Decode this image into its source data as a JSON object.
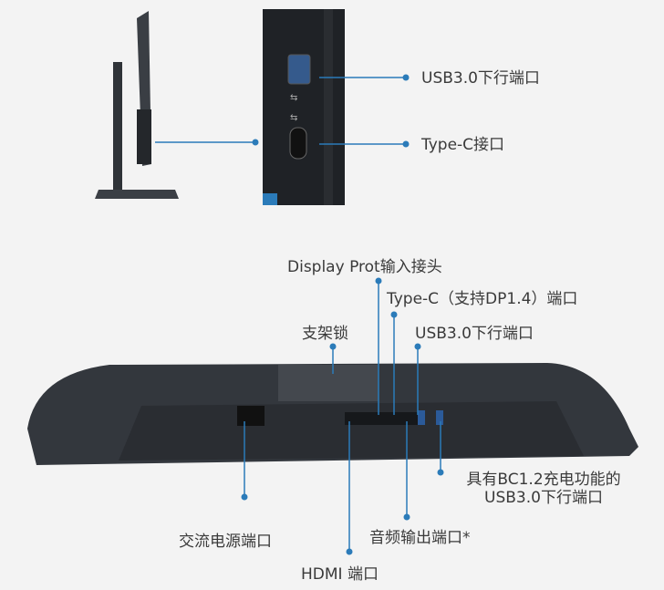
{
  "labels": {
    "usb_top": "USB3.0下行端口",
    "typec_top": "Type-C接口",
    "displayport": "Display Prot输入接头",
    "typec_dp": "Type-C（支持DP1.4）端口",
    "stand_lock": "支架锁",
    "usb_bottom": "USB3.0下行端口",
    "bc12_line1": "具有BC1.2充电功能的",
    "bc12_line2": "USB3.0下行端口",
    "audio": "音频输出端口*",
    "ac_power": "交流电源端口",
    "hdmi": "HDMI 端口"
  },
  "colors": {
    "accent": "#2b7bb9",
    "monitor": "#2e3237",
    "background": "#f3f3f3"
  }
}
